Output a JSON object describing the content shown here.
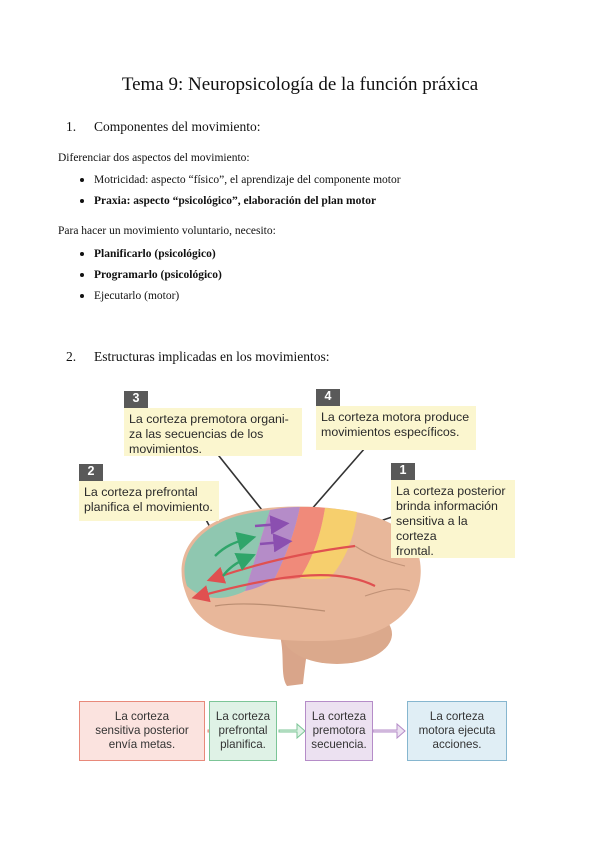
{
  "title": "Tema 9: Neuropsicología de la función práxica",
  "section1": {
    "number": "1.",
    "heading": "Componentes del movimiento:"
  },
  "intro1": "Diferenciar dos aspectos del movimiento:",
  "bullets1": [
    {
      "text": "Motricidad: aspecto “físico”, el aprendizaje del componente motor",
      "bold": false
    },
    {
      "text": "Praxia: aspecto “psicológico”, elaboración del plan motor",
      "bold": true
    }
  ],
  "intro2": "Para hacer un movimiento voluntario, necesito:",
  "bullets2": [
    {
      "text": "Planificarlo (psicológico)",
      "bold": true
    },
    {
      "text": "Programarlo (psicológico)",
      "bold": true
    },
    {
      "text": "Ejecutarlo (motor)",
      "bold": false
    }
  ],
  "section2": {
    "number": "2.",
    "heading": "Estructuras implicadas en los movimientos:"
  },
  "figure": {
    "labels": [
      {
        "num": "3",
        "text": "La corteza premotora organi-\nza las secuencias de los\nmovimientos."
      },
      {
        "num": "4",
        "text": "La corteza motora produce\nmovimientos específicos."
      },
      {
        "num": "2",
        "text": "La corteza prefrontal\nplanifica el movimiento."
      },
      {
        "num": "1",
        "text": "La corteza posterior\nbrinda información\nsensitiva a la corteza\nfrontal."
      }
    ],
    "flow": [
      {
        "text": "La corteza\nsensitiva posterior\nenvía metas.",
        "bg": "#fbe3df",
        "border": "#e8897a"
      },
      {
        "text": "La corteza\nprefrontal\nplanifica.",
        "bg": "#dff2e6",
        "border": "#7cc597"
      },
      {
        "text": "La corteza\npremotora\nsecuencia.",
        "bg": "#ece1f1",
        "border": "#b58cc8"
      },
      {
        "text": "La corteza\nmotora ejecuta\nacciones.",
        "bg": "#e0eef5",
        "border": "#86b6cf"
      }
    ],
    "colors": {
      "prefrontal": "#8fc7b0",
      "premotor": "#b58cc8",
      "motor": "#f08a7a",
      "sensory": "#f6cf6d",
      "brain": "#e8b79a",
      "arrow_green": "#2fa56a",
      "arrow_purple": "#8b4fb0",
      "arrow_red": "#e05050"
    }
  }
}
